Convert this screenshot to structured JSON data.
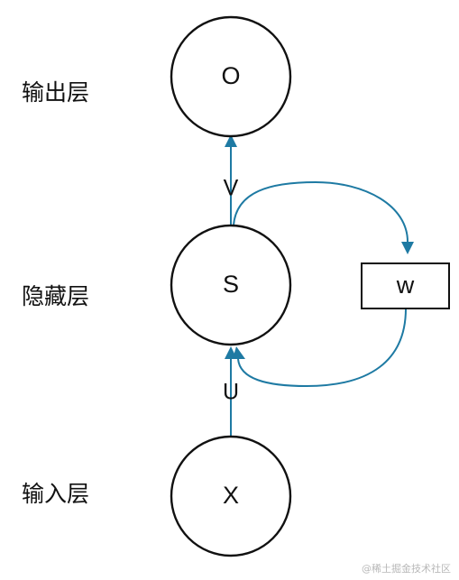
{
  "layers": {
    "output_label": "输出层",
    "hidden_label": "隐藏层",
    "input_label": "输入层"
  },
  "nodes": {
    "output": "O",
    "hidden": "S",
    "input": "X",
    "weight": "w"
  },
  "edges": {
    "input_to_hidden": "U",
    "hidden_to_output": "V"
  },
  "watermark": "@稀土掘金技术社区",
  "colors": {
    "arrow": "#1e7aa3",
    "outline": "#111111"
  }
}
